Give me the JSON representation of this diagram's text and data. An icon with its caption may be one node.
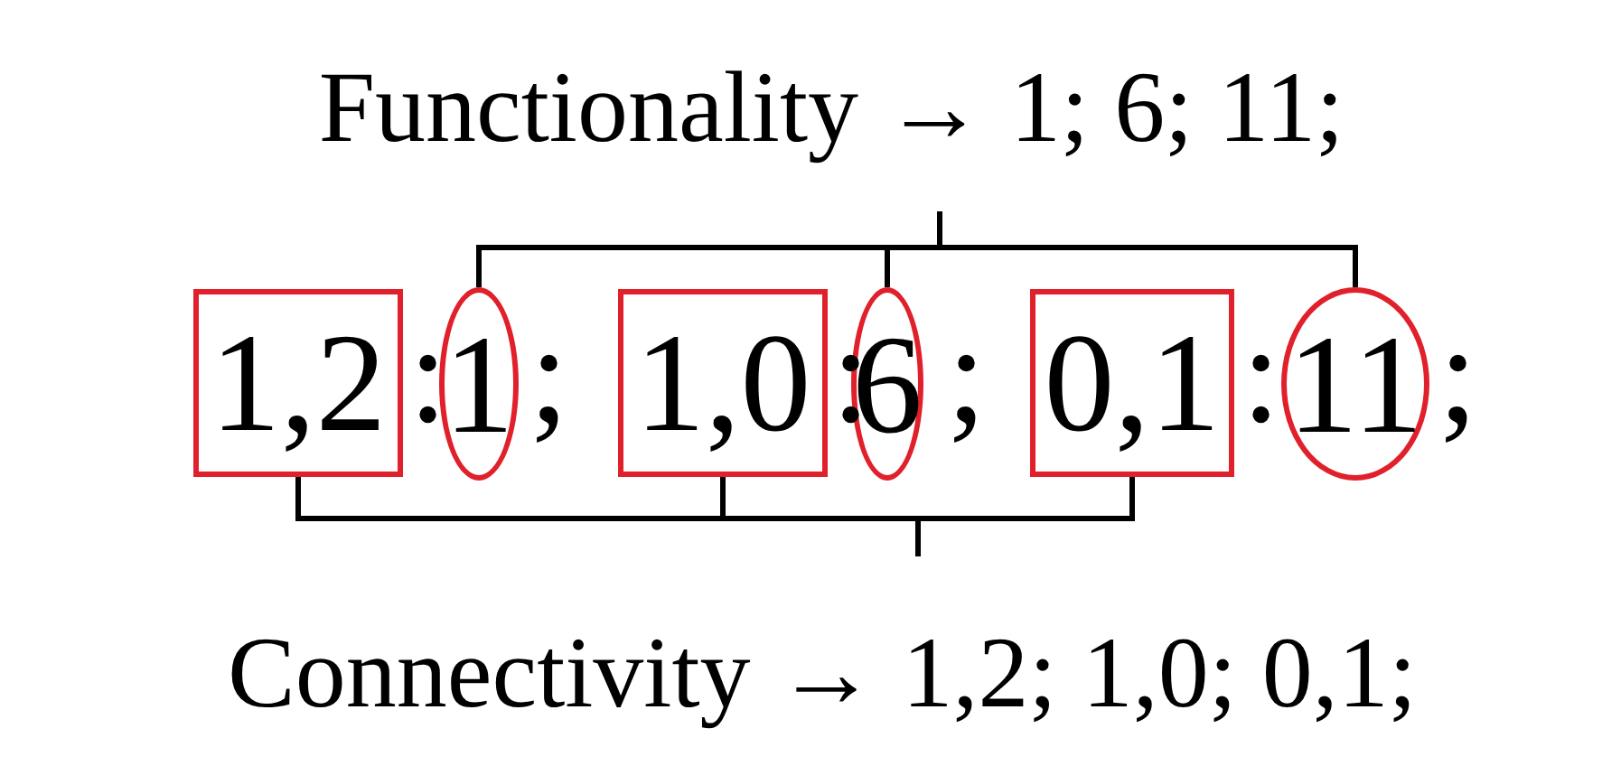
{
  "diagram": {
    "nodes": [
      {
        "text": [
          "Functionality → 1; 6; 11;"
        ]
      },
      {
        "text": [
          "1,2"
        ]
      },
      {
        "text": [
          "1"
        ]
      },
      {
        "text": [
          "1,0"
        ]
      },
      {
        "text": [
          "6"
        ]
      },
      {
        "text": [
          "0,1"
        ]
      },
      {
        "text": [
          "11"
        ]
      },
      {
        "text": [
          "Connectivity → 1,2; 1,0; 0,1;"
        ]
      }
    ],
    "edges": [
      {
        "from": 2,
        "to": 0,
        "arrow": "none"
      },
      {
        "from": 4,
        "to": 0,
        "arrow": "none"
      },
      {
        "from": 6,
        "to": 0,
        "arrow": "none"
      },
      {
        "from": 1,
        "to": 7,
        "arrow": "none"
      },
      {
        "from": 3,
        "to": 7,
        "arrow": "none"
      },
      {
        "from": 5,
        "to": 7,
        "arrow": "none"
      }
    ],
    "labels": [
      ":",
      ";",
      ":",
      ";",
      ":",
      ";"
    ]
  }
}
